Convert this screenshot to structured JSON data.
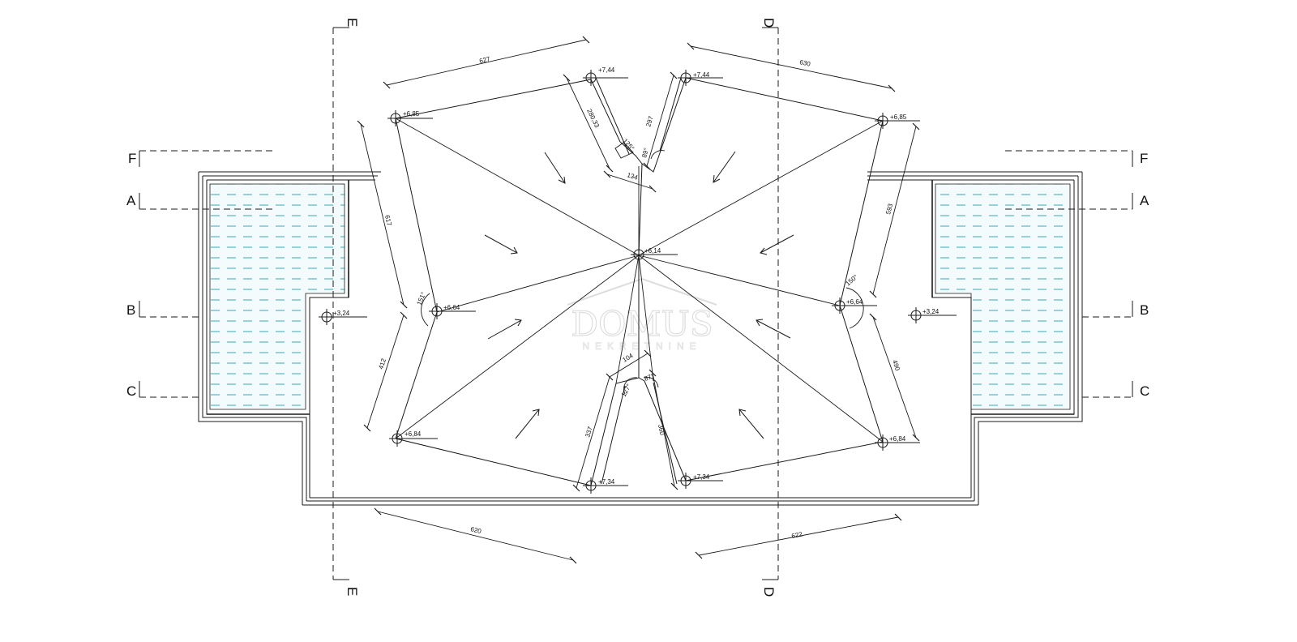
{
  "watermark": {
    "name": "DOMUS",
    "tagline": "NEKRETNINE"
  },
  "section_markers": [
    "E",
    "D",
    "F",
    "A",
    "B",
    "C"
  ],
  "elevations": {
    "peak": "+6,14",
    "top_left_inner": "+7,44",
    "top_right_inner": "+7,44",
    "top_left_corner": "+6,85",
    "top_right_corner": "+6,85",
    "left_valley": "+6,64",
    "right_valley": "+6,64",
    "bottom_left_corner": "+6,84",
    "bottom_right_corner": "+6,84",
    "bottom_left_inner": "+7,34",
    "bottom_right_inner": "+7,34",
    "terrace_left": "+3,24",
    "terrace_right": "+3,24"
  },
  "dimensions": {
    "top_left": "627",
    "top_right": "630",
    "left_upper": "617",
    "left_lower": "412",
    "right_upper": "593",
    "right_lower": "490",
    "bottom_left": "620",
    "bottom_right": "622",
    "notch_top_width": "134",
    "notch_bottom_width": "104",
    "notch_top_left": "280,33",
    "notch_top_right": "297",
    "notch_bottom_left": "337",
    "notch_bottom_right": "360"
  },
  "angles": {
    "top_notch_left": "125°",
    "top_notch_right": "89°",
    "bottom_notch_left": "127°",
    "bottom_notch_right": "87°",
    "left_valley": "151°",
    "right_valley": "150°"
  },
  "colors": {
    "line": "#1a1a1a",
    "water": "#3fa6b4",
    "water_fill": "#f4fbfc"
  }
}
